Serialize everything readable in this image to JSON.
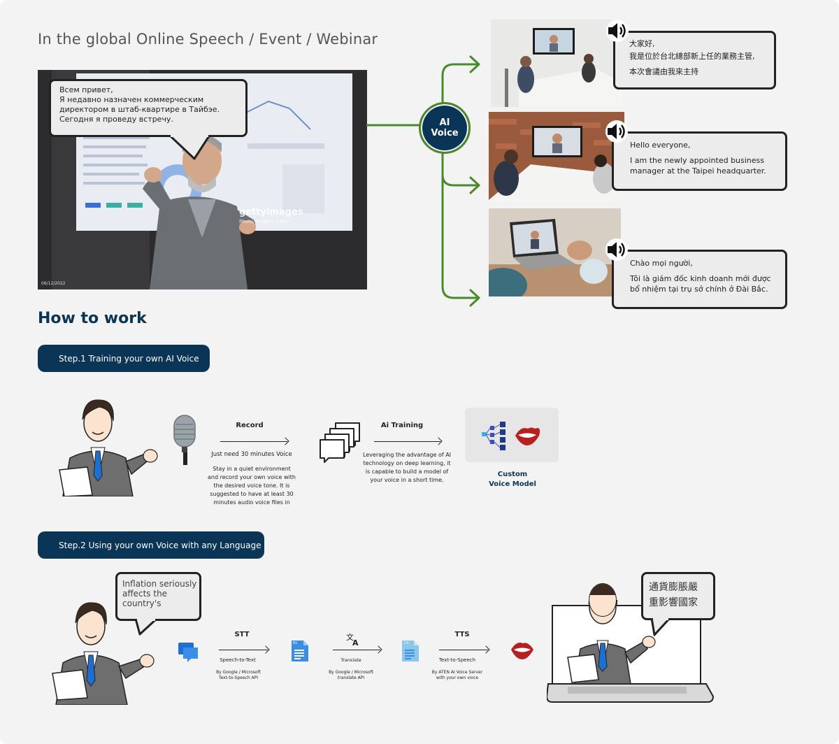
{
  "header": {
    "title": "In the global Online Speech / Event / Webinar"
  },
  "main_photo": {
    "bubble_lines": [
      "Всем привет,",
      "Я недавно назначен коммерческим",
      "директором в штаб-квартире в Тайбэе.",
      "Сегодня я проведу встречу."
    ],
    "watermark": "gettyimages",
    "credit": "Photo/Frederic Cirou",
    "date_stamp": "06/12/2022"
  },
  "ai_voice": {
    "line1": "AI",
    "line2": "Voice"
  },
  "outputs": [
    {
      "name": "chinese",
      "lines": [
        "大家好,",
        "我是位於台北總部新上任的業務主管,",
        "本次會議由我來主持"
      ]
    },
    {
      "name": "english",
      "lines": [
        "Hello everyone,",
        "I am the newly appointed business",
        "manager at the Taipei headquarter."
      ]
    },
    {
      "name": "vietnamese",
      "lines": [
        "Chào mọi người,",
        "Tôi là giám đốc kinh doanh mới được",
        "bổ nhiệm tại trụ sở chính ở Đài Bắc."
      ]
    }
  ],
  "how_to": {
    "title": "How to work"
  },
  "step1": {
    "label": "Step.1  Training your own AI Voice",
    "record_title": "Record",
    "record_sub": "Just need 30 minutes Voice",
    "record_desc": [
      "Stay in a quiet environment",
      "and record your own voice with",
      "the desired voice tone. It is",
      "suggested to have at least 30",
      "minutes audio voice files in"
    ],
    "training_title": "Ai Training",
    "training_desc": [
      "Leveraging the advantage of AI",
      "technology on deep learning, it",
      "is capable to build a model of",
      "your voice in a short time."
    ],
    "model_label": [
      "Custom",
      "Voice Model"
    ]
  },
  "step2": {
    "label": "Step.2  Using your own Voice with any Language",
    "input_bubble": [
      "Inflation seriously",
      "affects the",
      "country's"
    ],
    "stt_title": "STT",
    "stt_sub": "Speech-to-Text",
    "stt_by": [
      "By Google / Microsoft",
      "Text-to-Speech API"
    ],
    "translate_sub": "Translate",
    "translate_by": [
      "By Google / Microsoft",
      "translate API"
    ],
    "tts_title": "TTS",
    "tts_sub": "Text-to-Speech",
    "tts_by": [
      "By ATEN AI Voice Server",
      "with your own vioce"
    ],
    "output_bubble": [
      "通貨膨脹嚴",
      "重影響國家"
    ],
    "doc_labels": [
      "En",
      "Ch"
    ]
  },
  "colors": {
    "navy": "#0b3556",
    "green": "#4a8a2a",
    "lips": "#b52020"
  }
}
